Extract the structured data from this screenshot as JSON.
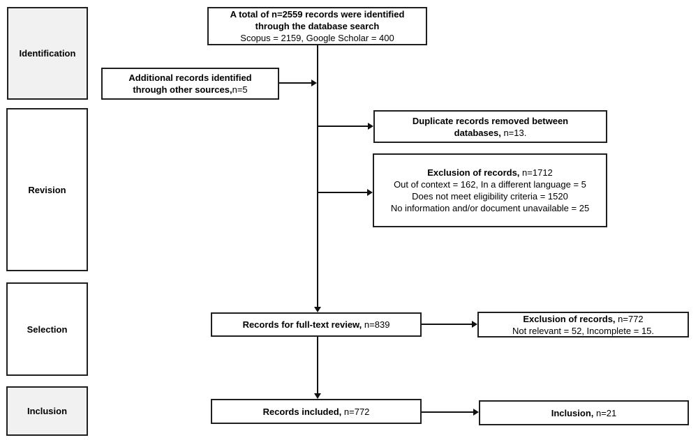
{
  "diagram": {
    "stages": {
      "identification": "Identification",
      "revision": "Revision",
      "selection": "Selection",
      "inclusion": "Inclusion"
    },
    "boxes": {
      "total_records": {
        "line1_bold": "A total of n=2559 records were identified",
        "line2_bold": "through the database search",
        "line3": "Scopus = 2159, Google Scholar = 400"
      },
      "additional_records": {
        "line1_bold": "Additional records identified",
        "line2_bold": "through other sources,",
        "line2_normal": "n=5"
      },
      "duplicates_removed": {
        "line1_bold": "Duplicate records removed between",
        "line2_bold": "databases,",
        "line2_normal": " n=13."
      },
      "exclusion_revision": {
        "title_bold": "Exclusion of records,",
        "title_normal": " n=1712",
        "detail_lines": [
          "Out of context = 162, In a different language = 5",
          "Does not meet eligibility criteria = 1520",
          "No information and/or document unavailable = 25"
        ]
      },
      "full_text_review": {
        "bold": "Records for full-text review,",
        "normal": " n=839"
      },
      "exclusion_selection": {
        "title_bold": "Exclusion of records,",
        "title_normal": " n=772",
        "detail": "Not relevant = 52, Incomplete = 15."
      },
      "records_included": {
        "bold": "Records included,",
        "normal": " n=772"
      },
      "inclusion_final": {
        "bold": "Inclusion,",
        "normal": " n=21"
      }
    },
    "colors": {
      "border": "#1f1f1f",
      "shaded_fill": "#f1f1f1",
      "line": "#111111",
      "background": "#ffffff"
    }
  }
}
